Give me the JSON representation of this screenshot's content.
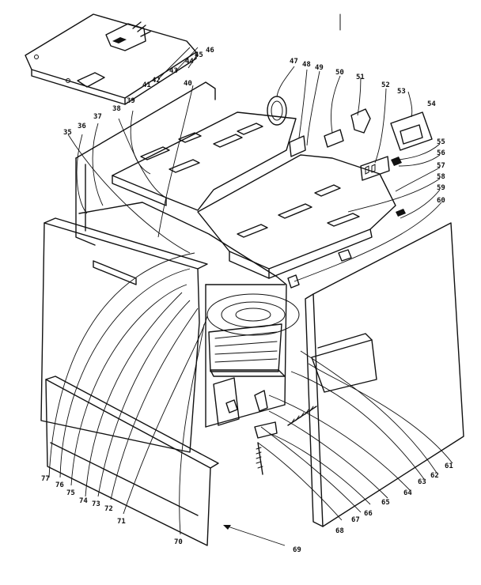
{
  "callouts": [
    "35",
    "36",
    "37",
    "38",
    "39",
    "40",
    "41",
    "42",
    "43",
    "44",
    "45",
    "46",
    "47",
    "48",
    "49",
    "50",
    "51",
    "52",
    "53",
    "54",
    "55",
    "56",
    "57",
    "58",
    "59",
    "60",
    "61",
    "62",
    "63",
    "64",
    "65",
    "66",
    "67",
    "68",
    "69",
    "70",
    "71",
    "72",
    "73",
    "74",
    "75",
    "76",
    "77"
  ]
}
